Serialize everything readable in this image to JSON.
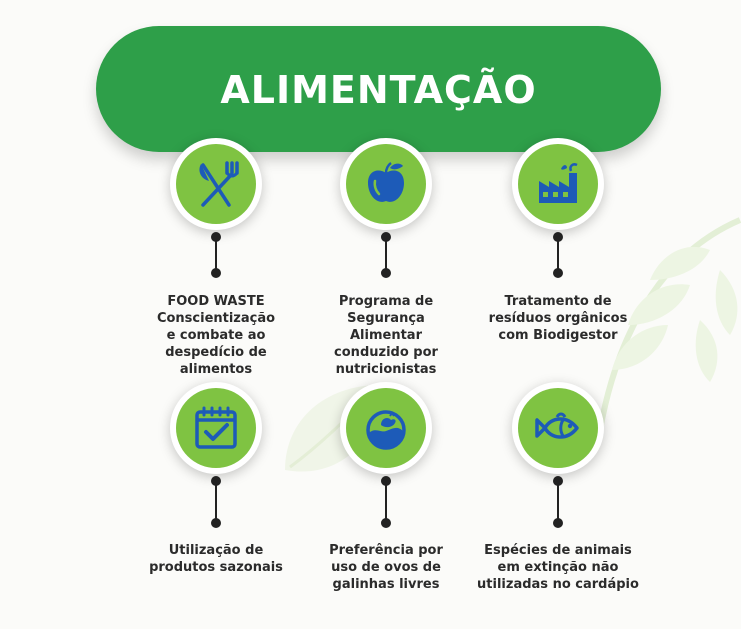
{
  "title": "ALIMENTAÇÃO",
  "colors": {
    "pill": "#2e9f49",
    "icon_circle": "#7fc342",
    "icon_blue": "#1d5bb8",
    "text": "#2b2b2b"
  },
  "items": [
    {
      "icon": "cutlery-icon",
      "lines": [
        "FOOD WASTE",
        "Conscientização",
        "e combate ao",
        "despedício de",
        "alimentos"
      ]
    },
    {
      "icon": "apple-icon",
      "lines": [
        "Programa de",
        "Segurança",
        "Alimentar",
        "conduzido por",
        "nutricionistas"
      ]
    },
    {
      "icon": "factory-icon",
      "lines": [
        "Tratamento de",
        "resíduos orgânicos",
        "com Biodigestor"
      ]
    },
    {
      "icon": "calendar-check-icon",
      "lines": [
        "Utilização de",
        "produtos sazonais"
      ]
    },
    {
      "icon": "egg-chicken-icon",
      "lines": [
        "Preferência por",
        "uso de ovos de",
        "galinhas livres"
      ]
    },
    {
      "icon": "fish-icon",
      "lines": [
        "Espécies de animais",
        "em extinção não",
        "utilizadas no cardápio"
      ]
    }
  ]
}
